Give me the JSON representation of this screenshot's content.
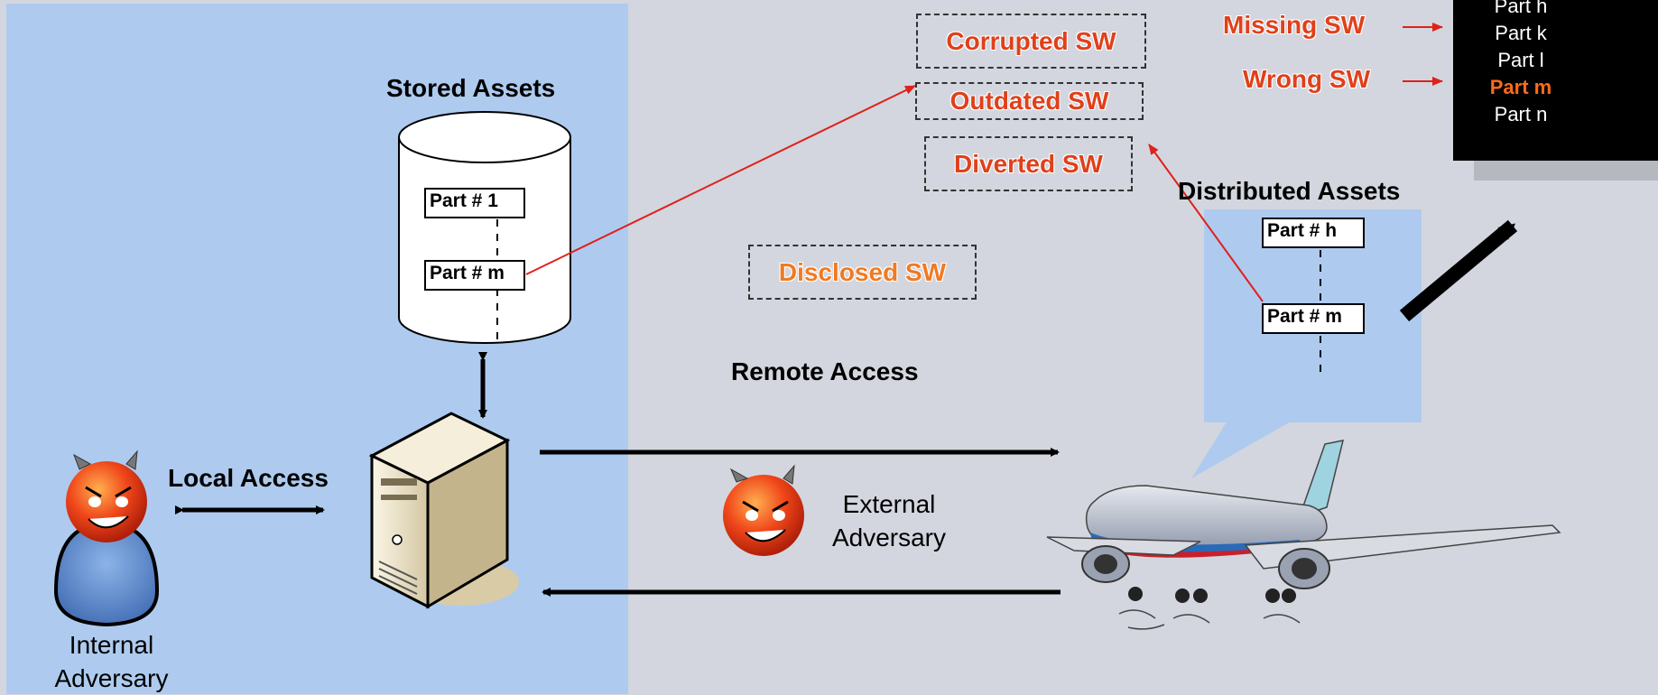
{
  "labels": {
    "stored_assets": "Stored Assets",
    "distributed_assets": "Distributed Assets",
    "remote_access": "Remote Access",
    "local_access": "Local Access",
    "external_adversary": "External\nAdversary",
    "internal_adversary": "Internal\nAdversary"
  },
  "threats": {
    "corrupted": "Corrupted SW",
    "outdated": "Outdated SW",
    "diverted": "Diverted SW",
    "disclosed": "Disclosed SW",
    "missing": "Missing SW",
    "wrong": "Wrong SW"
  },
  "stored_parts": {
    "first": "Part # 1",
    "m": "Part # m"
  },
  "distributed_parts": {
    "h": "Part # h",
    "m": "Part # m"
  },
  "part_list": {
    "items": [
      {
        "label": "Part h",
        "highlight": false
      },
      {
        "label": "Part k",
        "highlight": false
      },
      {
        "label": "Part l",
        "highlight": false
      },
      {
        "label": "Part m",
        "highlight": true
      },
      {
        "label": "Part n",
        "highlight": false
      }
    ]
  },
  "colors": {
    "local_zone": "#aecbef",
    "background": "#d3d6de",
    "threat_text": "#e0401a",
    "highlight_text": "#ff6a1a"
  }
}
